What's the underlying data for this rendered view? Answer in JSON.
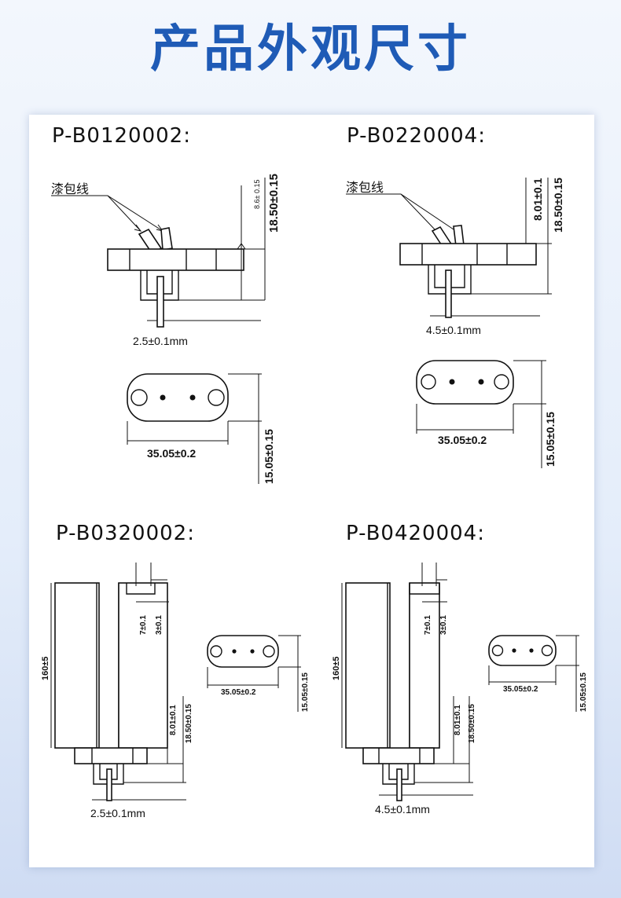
{
  "page": {
    "title": "产品外观尺寸"
  },
  "models": [
    {
      "code": "P-B0120002:",
      "label_wire": "漆包线",
      "dim_small": "8.6± 0.15",
      "dim_height": "18.50±0.15",
      "dim_pin": "2.5±0.1mm",
      "dim_length": "35.05±0.2",
      "dim_width": "15.05±0.15"
    },
    {
      "code": "P-B0220004:",
      "label_wire": "漆包线",
      "dim_small": "8.01±0.1",
      "dim_height": "18.50±0.15",
      "dim_pin": "4.5±0.1mm",
      "dim_length": "35.05±0.2",
      "dim_width": "15.05±0.15"
    },
    {
      "code": "P-B0320002:",
      "dim_tall": "160±5",
      "dim_a": "7±0.1",
      "dim_b": "3±0.1",
      "dim_small": "8.01±0.1",
      "dim_height": "18.50±0.15",
      "dim_pin": "2.5±0.1mm",
      "dim_length": "35.05±0.2",
      "dim_width": "15.05±0.15"
    },
    {
      "code": "P-B0420004:",
      "dim_tall": "160±5",
      "dim_a": "7±0.1",
      "dim_b": "3±0.1",
      "dim_small": "8.01±0.1",
      "dim_height": "18.50±0.15",
      "dim_pin": "4.5±0.1mm",
      "dim_length": "35.05±0.2",
      "dim_width": "15.05±0.15"
    }
  ]
}
